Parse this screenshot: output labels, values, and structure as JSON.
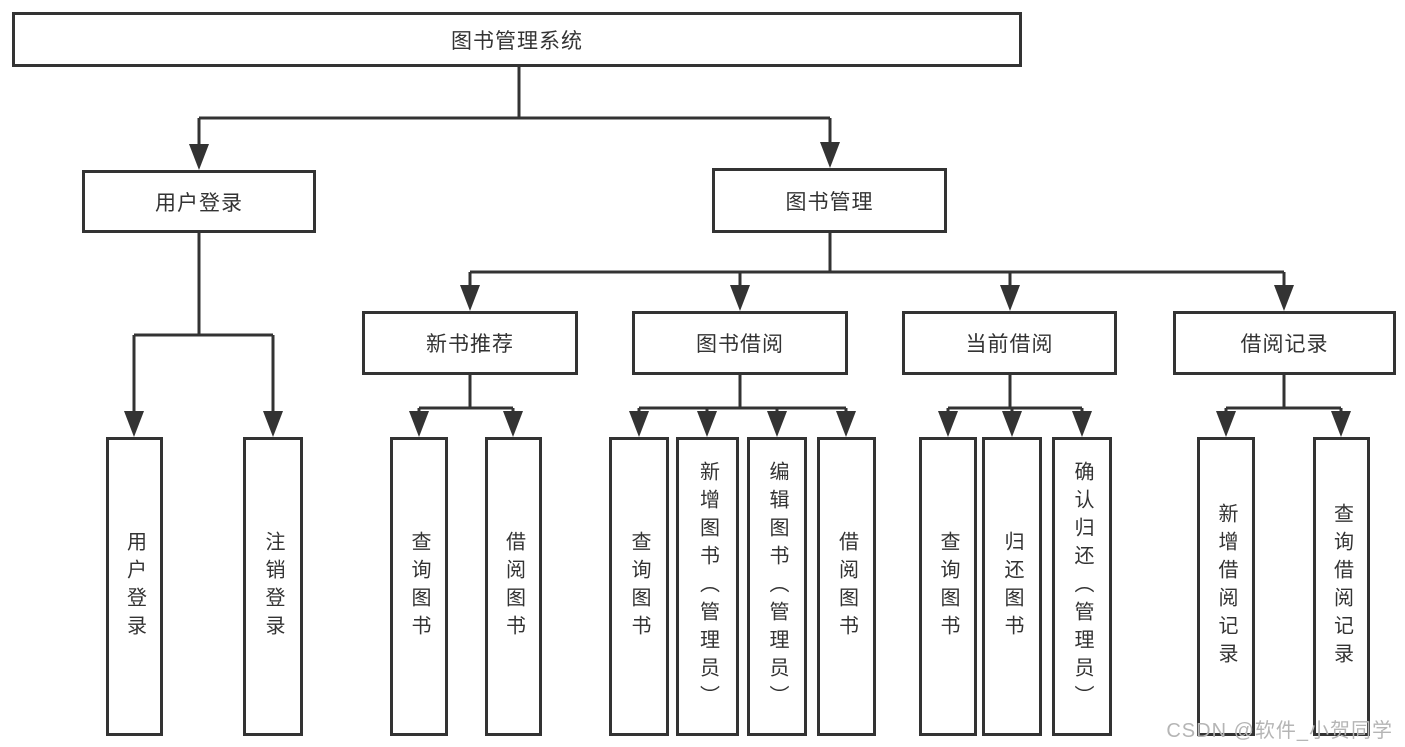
{
  "tree": {
    "root": {
      "label": "图书管理系统",
      "children": [
        {
          "label": "用户登录",
          "children": [
            {
              "label": "用户登录"
            },
            {
              "label": "注销登录"
            }
          ]
        },
        {
          "label": "图书管理",
          "children": [
            {
              "label": "新书推荐",
              "children": [
                {
                  "label": "查询图书"
                },
                {
                  "label": "借阅图书"
                }
              ]
            },
            {
              "label": "图书借阅",
              "children": [
                {
                  "label": "查询图书"
                },
                {
                  "label": "新增图书（管理员）"
                },
                {
                  "label": "编辑图书（管理员）"
                },
                {
                  "label": "借阅图书"
                }
              ]
            },
            {
              "label": "当前借阅",
              "children": [
                {
                  "label": "查询图书"
                },
                {
                  "label": "归还图书"
                },
                {
                  "label": "确认归还（管理员）"
                }
              ]
            },
            {
              "label": "借阅记录",
              "children": [
                {
                  "label": "新增借阅记录"
                },
                {
                  "label": "查询借阅记录"
                }
              ]
            }
          ]
        }
      ]
    }
  },
  "watermark": {
    "text": "CSDN @软件_小贺同学"
  },
  "colors": {
    "line": "#333333",
    "text": "#333333",
    "watermark": "#b5b5b5",
    "background": "#ffffff"
  }
}
